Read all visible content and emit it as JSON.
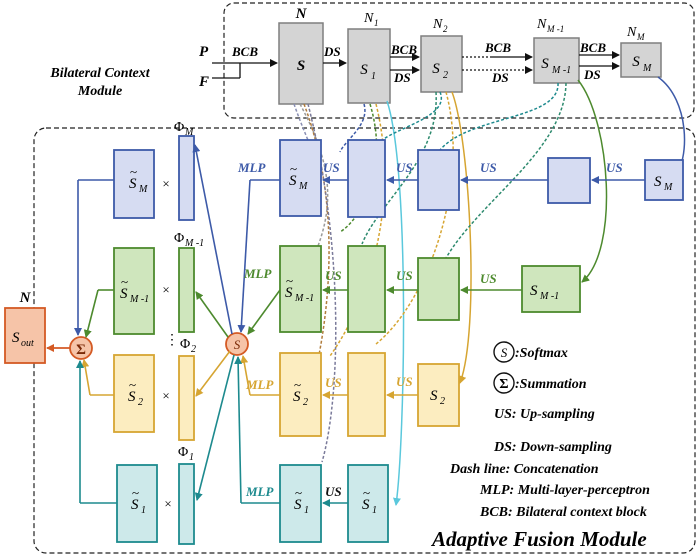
{
  "bilateral_module": {
    "title_line1": "Bilateral Context",
    "title_line2": "Module",
    "input_p": "P",
    "input_f": "F",
    "bcb_labels": [
      "BCB",
      "BCB",
      "BCB",
      "BCB"
    ],
    "ds_labels": [
      "DS",
      "DS",
      "DS",
      "DS"
    ],
    "top_labels": [
      "N",
      "N",
      "N",
      "N",
      "N"
    ],
    "top_subs": [
      "",
      "1",
      "2",
      "M -1",
      "M"
    ],
    "nodes": [
      {
        "main": "S",
        "sub": ""
      },
      {
        "main": "S",
        "sub": "1"
      },
      {
        "main": "S",
        "sub": "2"
      },
      {
        "main": "S",
        "sub": "M -1"
      },
      {
        "main": "S",
        "sub": "M"
      }
    ]
  },
  "fusion_module": {
    "title": "Adaptive Fusion Module",
    "mlp_label": "MLP",
    "us_label": "US",
    "times": "×",
    "vdots": "⋮",
    "softmax_symbol": "S",
    "sum_symbol": "Σ",
    "output_top": "N",
    "output_main": "S",
    "output_sub": "out",
    "phi_main": "Φ",
    "phi_subs": [
      "M",
      "M -1",
      "2",
      "1"
    ],
    "tilde_s": [
      {
        "main": "S",
        "sub": "M"
      },
      {
        "main": "S",
        "sub": "M -1"
      },
      {
        "main": "S",
        "sub": "2"
      },
      {
        "main": "S",
        "sub": "1"
      }
    ],
    "right_nodes": [
      {
        "main": "S",
        "sub": "M"
      },
      {
        "main": "S",
        "sub": "M -1"
      },
      {
        "main": "S",
        "sub": "2"
      },
      {
        "main": "S",
        "sub": "1"
      }
    ]
  },
  "legend": [
    {
      "symbol": "S",
      "text": ":Softmax"
    },
    {
      "symbol": "Σ",
      "text": ":Summation"
    },
    {
      "text": "US: Up-sampling"
    },
    {
      "text": "DS: Down-sampling"
    },
    {
      "text": "Dash line: Concatenation"
    },
    {
      "text": "MLP: Multi-layer-perceptron"
    },
    {
      "text": "BCB: Bilateral context block"
    }
  ],
  "colors": {
    "gray_fill": "#d4d4d4",
    "gray_stroke": "#7f7f7f",
    "blue_fill": "#d6dcf2",
    "blue_stroke": "#3d5aa8",
    "green_fill": "#cfe6bd",
    "green_stroke": "#4d8a2e",
    "yellow_fill": "#fcedc0",
    "yellow_stroke": "#d6a532",
    "teal_fill": "#cde9ea",
    "teal_stroke": "#1d8a8e",
    "orange_fill": "#f6c4a8",
    "orange_stroke": "#d45a24"
  }
}
